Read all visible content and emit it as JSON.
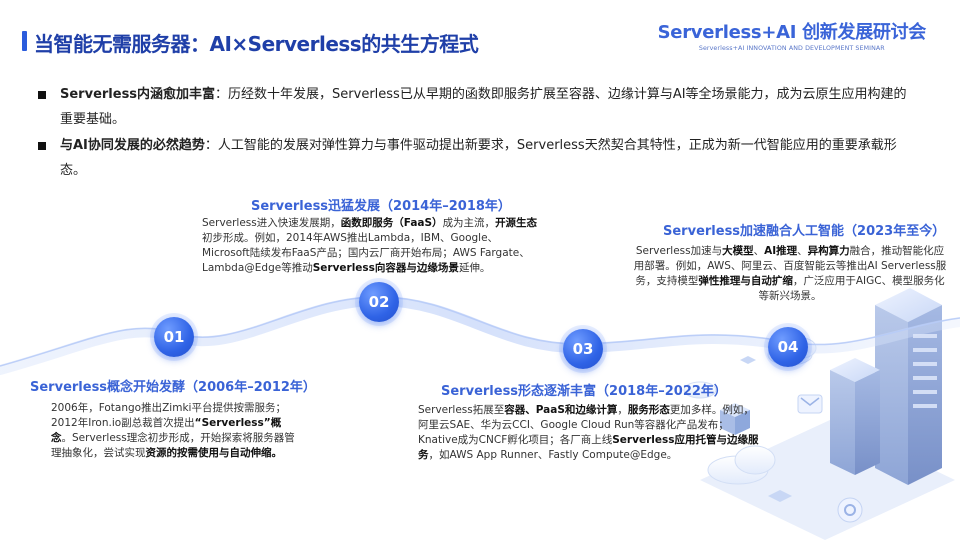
{
  "header": {
    "title": "当智能无需服务器：AI×Serverless的共生方程式",
    "brand_main": "Serverless+AI 创新发展研讨会",
    "brand_sub": "Serverless+AI INNOVATION AND DEVELOPMENT SEMINAR",
    "accent_color": "#2b5cdc"
  },
  "bullets": [
    {
      "key": "Serverless内涵愈加丰富",
      "text": "：历经数十年发展，Serverless已从早期的函数即服务扩展至容器、边缘计算与AI等全场景能力，成为云原生应用构建的重要基础。"
    },
    {
      "key": "与AI协同发展的必然趋势",
      "text": "：人工智能的发展对弹性算力与事件驱动提出新要求，Serverless天然契合其特性，正成为新一代智能应用的重要承载形态。"
    }
  ],
  "stages": [
    {
      "number": "01",
      "title": "Serverless概念开始发酵（2006年–2012年）",
      "body": [
        {
          "t": "2006年，Fotango推出Zimki平台提供按需服务；2012年Iron.io副总裁首次提出",
          "b": false
        },
        {
          "t": "“Serverless”概念",
          "b": true
        },
        {
          "t": "。Serverless理念初步形成，开始探索将服务器管理抽象化，尝试实现",
          "b": false
        },
        {
          "t": "资源的按需使用与自动伸缩。",
          "b": true
        }
      ]
    },
    {
      "number": "02",
      "title": "Serverless迅猛发展（2014年–2018年）",
      "body": [
        {
          "t": "Serverless进入快速发展期，",
          "b": false
        },
        {
          "t": "函数即服务（FaaS）",
          "b": true
        },
        {
          "t": "成为主流，",
          "b": false
        },
        {
          "t": "开源生态",
          "b": true
        },
        {
          "t": "初步形成。例如，2014年AWS推出Lambda，IBM、Google、Microsoft陆续发布FaaS产品；国内云厂商开始布局；AWS Fargate、Lambda@Edge等推动",
          "b": false
        },
        {
          "t": "Serverless向容器与边缘场景",
          "b": true
        },
        {
          "t": "延伸。",
          "b": false
        }
      ]
    },
    {
      "number": "03",
      "title": "Serverless形态逐渐丰富（2018年–2022年）",
      "body": [
        {
          "t": "Serverless拓展至",
          "b": false
        },
        {
          "t": "容器、PaaS和边缘计算",
          "b": true
        },
        {
          "t": "，",
          "b": false
        },
        {
          "t": "服务形态",
          "b": true
        },
        {
          "t": "更加多样。例如，阿里云SAE、华为云CCI、Google Cloud Run等容器化产品发布；Knative成为CNCF孵化项目；各厂商上线",
          "b": false
        },
        {
          "t": "Serverless应用托管与边缘服务",
          "b": true
        },
        {
          "t": "，如AWS App Runner、Fastly Compute@Edge。",
          "b": false
        }
      ]
    },
    {
      "number": "04",
      "title": "Serverless加速融合人工智能（2023年至今）",
      "body": [
        {
          "t": "Serverless加速与",
          "b": false
        },
        {
          "t": "大模型",
          "b": true
        },
        {
          "t": "、",
          "b": false
        },
        {
          "t": "AI推理",
          "b": true
        },
        {
          "t": "、",
          "b": false
        },
        {
          "t": "异构算力",
          "b": true
        },
        {
          "t": "融合，推动智能化应用部署。例如，AWS、阿里云、百度智能云等推出AI Serverless服务，支持模型",
          "b": false
        },
        {
          "t": "弹性推理与自动扩缩",
          "b": true
        },
        {
          "t": "，广泛应用于AIGC、模型服务化等新兴场景。",
          "b": false
        }
      ]
    }
  ]
}
